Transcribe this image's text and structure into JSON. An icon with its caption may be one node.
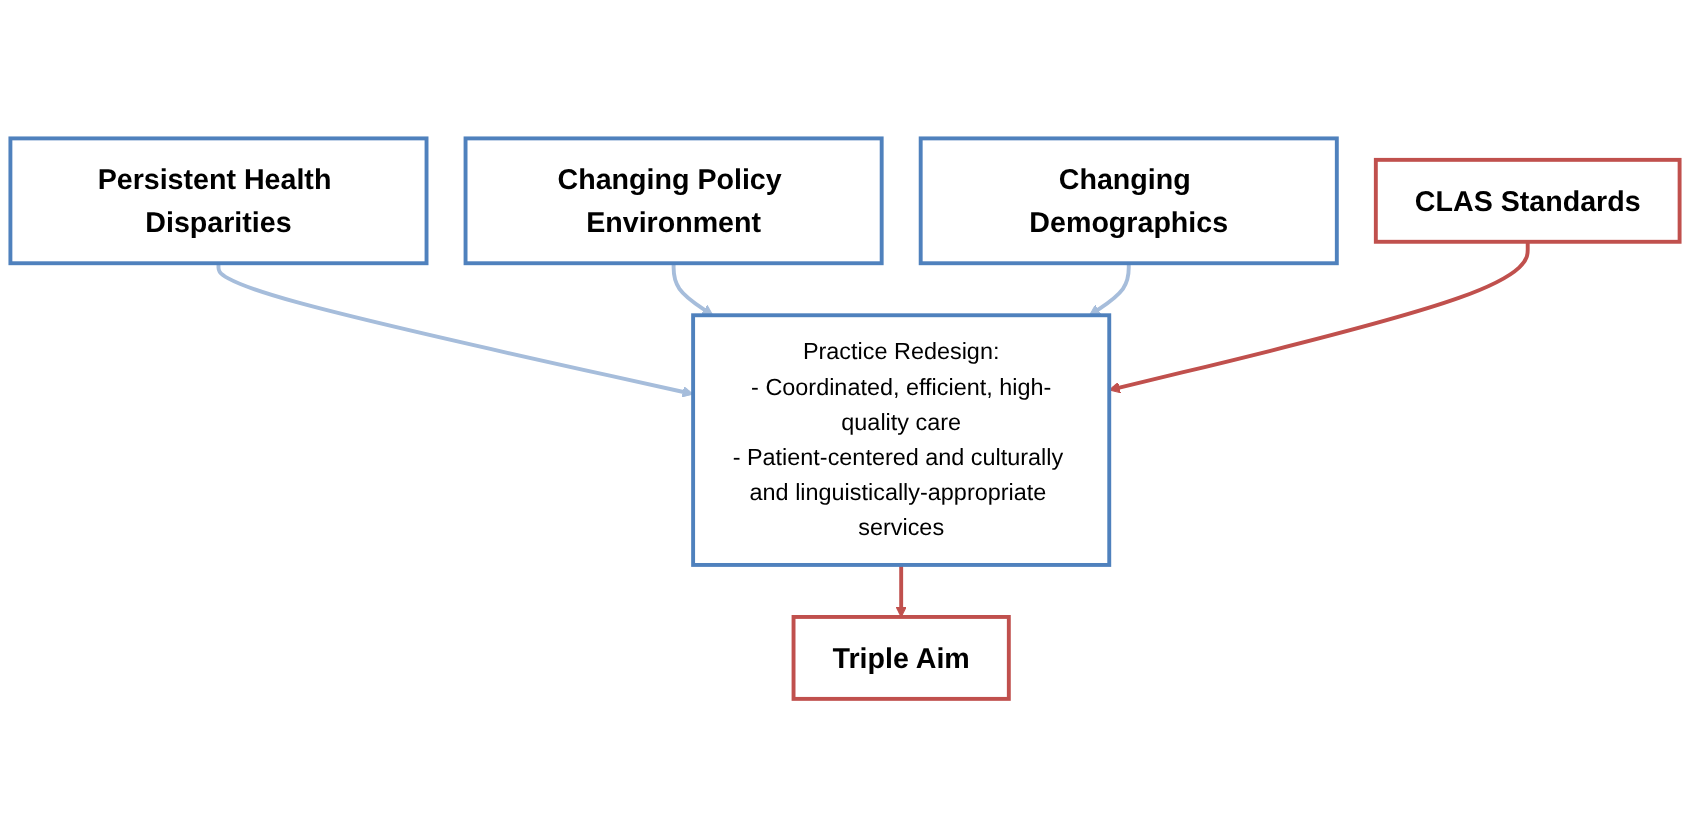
{
  "diagram": {
    "nodes": [
      {
        "text": [
          "Persistent Health Disparities"
        ]
      },
      {
        "text": [
          "Changing Policy Environment"
        ]
      },
      {
        "text": [
          "Changing Demographics"
        ]
      },
      {
        "text": [
          "CLAS Standards"
        ]
      },
      {
        "text": [
          "Practice Redesign:",
          "- Coordinated, efficient, high-quality care",
          "- Patient-centered and culturally and linguistically-appropriate services"
        ]
      },
      {
        "text": [
          "Triple Aim"
        ]
      }
    ],
    "edges": [
      {
        "from": 0,
        "to": 4,
        "arrow": "to"
      },
      {
        "from": 1,
        "to": 4,
        "arrow": "to"
      },
      {
        "from": 2,
        "to": 4,
        "arrow": "to"
      },
      {
        "from": 3,
        "to": 4,
        "arrow": "to",
        "color": "#c0504d"
      },
      {
        "from": 4,
        "to": 5,
        "arrow": "to",
        "color": "#c0504d"
      }
    ]
  }
}
